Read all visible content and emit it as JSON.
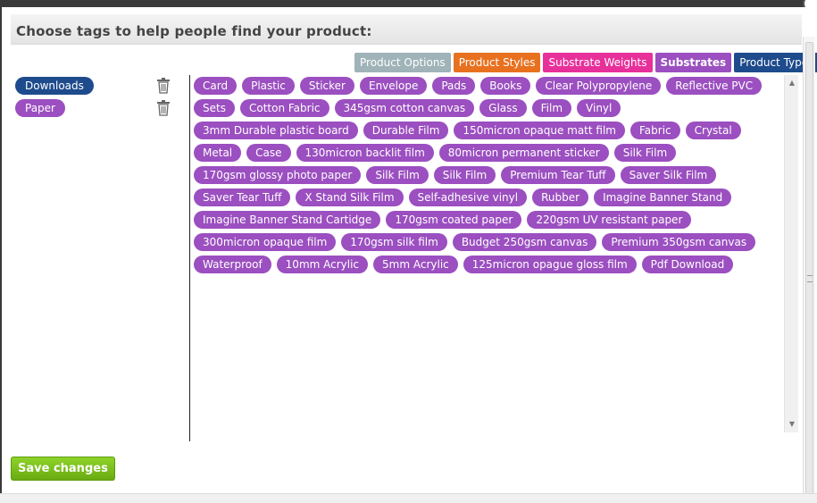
{
  "heading": "Choose tags to help people find your product:",
  "tabs": [
    {
      "label": "Product Options",
      "color": "#9fb3b8",
      "active": false
    },
    {
      "label": "Product Styles",
      "color": "#e8711f",
      "active": false
    },
    {
      "label": "Substrate Weights",
      "color": "#e8309a",
      "active": false
    },
    {
      "label": "Substrates",
      "color": "#9b4fc0",
      "active": true
    },
    {
      "label": "Product Types",
      "color": "#1e4b8c",
      "active": false
    }
  ],
  "selected_tags": [
    {
      "label": "Downloads",
      "color": "#1e4b8c"
    },
    {
      "label": "Paper",
      "color": "#9b4fc0"
    }
  ],
  "available_tags": [
    "Card",
    "Plastic",
    "Sticker",
    "Envelope",
    "Pads",
    "Books",
    "Clear Polypropylene",
    "Reflective PVC",
    "Sets",
    "Cotton Fabric",
    "345gsm cotton canvas",
    "Glass",
    "Film",
    "Vinyl",
    "3mm Durable plastic board",
    "Durable Film",
    "150micron opaque matt film",
    "Fabric",
    "Crystal",
    "Metal",
    "Case",
    "130micron backlit film",
    "80micron permanent sticker",
    "Silk Film",
    "170gsm glossy photo paper",
    "Silk Film",
    "Silk Film",
    "Premium Tear Tuff",
    "Saver Silk Film",
    "Saver Tear Tuff",
    "X Stand Silk Film",
    "Self-adhesive vinyl",
    "Rubber",
    "Imagine Banner Stand",
    "Imagine Banner Stand Cartidge",
    "170gsm coated paper",
    "220gsm UV resistant paper",
    "300micron opaque film",
    "170gsm silk film",
    "Budget 250gsm canvas",
    "Premium 350gsm canvas",
    "Waterproof",
    "10mm Acrylic",
    "5mm Acrylic",
    "125micron opague gloss film",
    "Pdf Download"
  ],
  "tag_color": "#9b4fc0",
  "save_label": "Save changes",
  "icons": {
    "remove": "trash-icon",
    "scroll_up": "arrow-up-icon",
    "scroll_down": "arrow-down-icon"
  }
}
